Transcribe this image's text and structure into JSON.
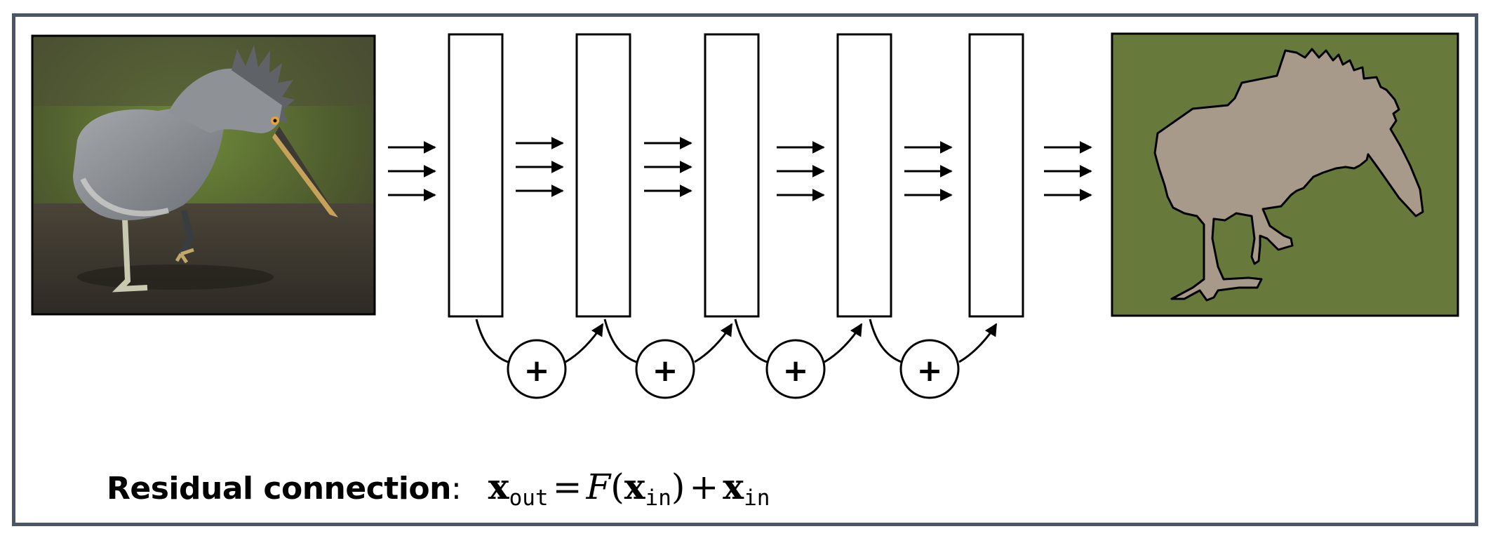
{
  "diagram": {
    "block_count": 5,
    "arrow_groups": 6,
    "arrows_per_group": 3,
    "skip_operator": "+",
    "input_image": "photo-of-heron",
    "output_image": "segmentation-mask-of-heron",
    "colors": {
      "frame_border": "#4a5566",
      "stroke": "#000000",
      "mask_background": "#677a3c",
      "mask_foreground": "#a89a8b"
    }
  },
  "caption": {
    "label": "Residual connection",
    "colon": ":",
    "x": "x",
    "out_sub": "out",
    "equals": "=",
    "fn": "F",
    "open_paren": "(",
    "in_sub": "in",
    "close_paren": ")",
    "plus": "+"
  }
}
